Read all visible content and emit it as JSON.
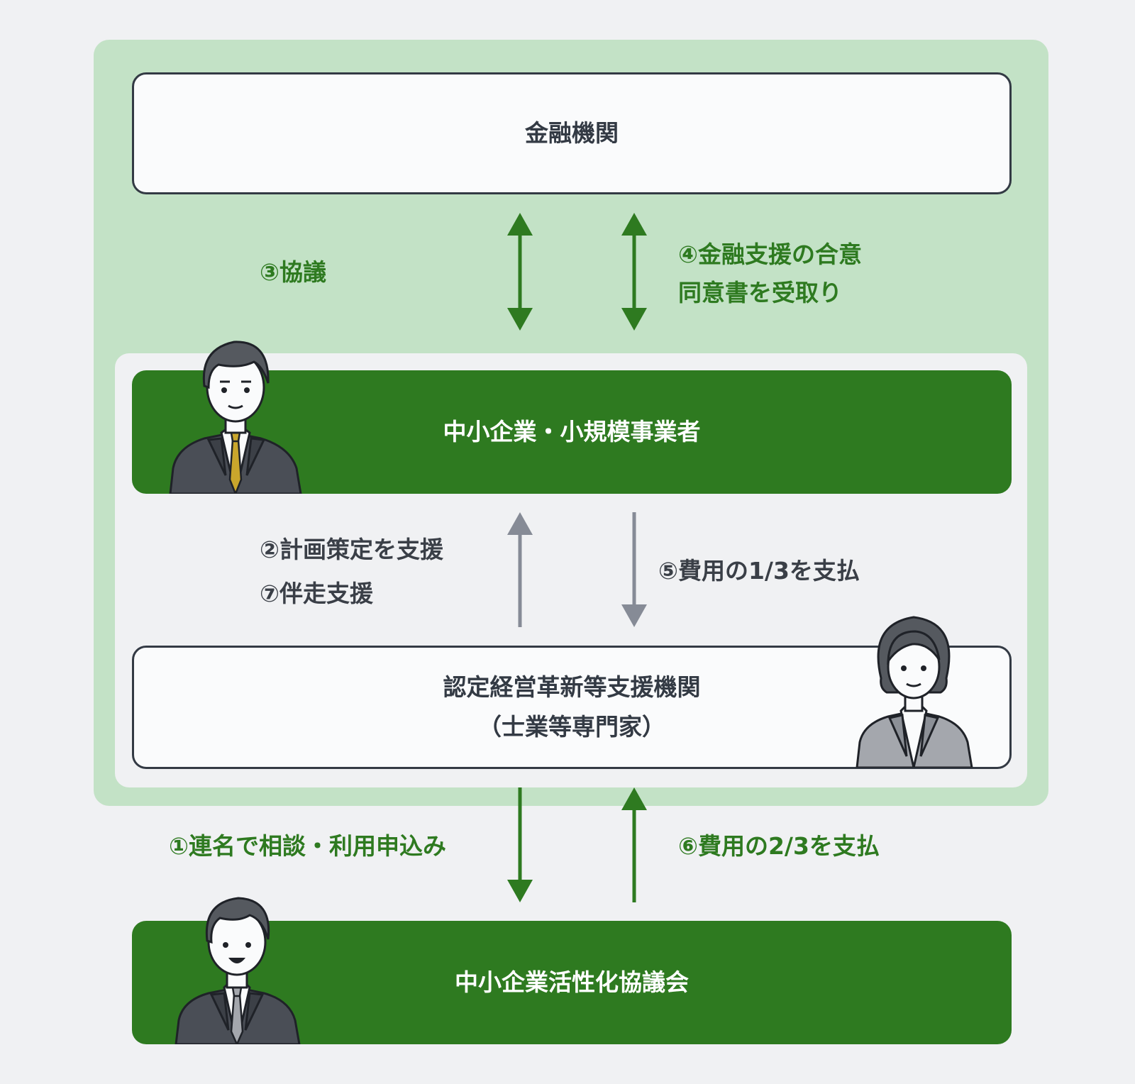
{
  "boxes": {
    "financial_institution": "金融機関",
    "sme": "中小企業・小規模事業者",
    "support_agency_line1": "認定経営革新等支援機関",
    "support_agency_line2": "（士業等専門家）",
    "council": "中小企業活性化協議会"
  },
  "steps": {
    "consult": "③協議",
    "agreement_line1": "④金融支援の合意",
    "agreement_line2": "同意書を受取り",
    "plan_support": "②計画策定を支援",
    "follow_up": "⑦伴走支援",
    "pay_one_third": "⑤費用の1/3を支払",
    "apply": "①連名で相談・利用申込み",
    "pay_two_thirds": "⑥費用の2/3を支払"
  },
  "icons": {
    "bidirectional": "double-arrow-icon",
    "up": "arrow-up-icon",
    "down": "arrow-down-icon",
    "person_sme": "businessman-icon",
    "person_agency": "businesswoman-icon",
    "person_council": "young-businessman-icon"
  },
  "colors": {
    "green": "#2e7a20",
    "light_green": "#c3e2c6",
    "gray_arrow": "#868b96",
    "text_dark": "#333a44"
  }
}
